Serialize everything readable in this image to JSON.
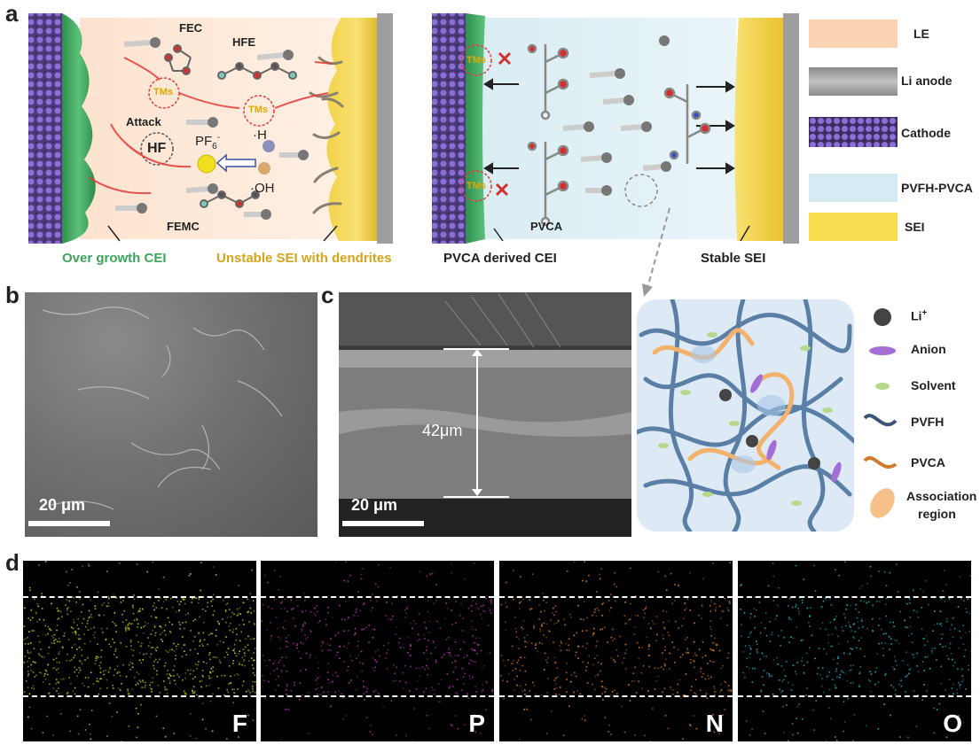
{
  "panels": {
    "a": "a",
    "b": "b",
    "c": "c",
    "d": "d"
  },
  "panel_a_left": {
    "molecules": [
      "FEC",
      "HFE",
      "FEMC"
    ],
    "tms": "TMs",
    "attack": "Attack",
    "hf": "HF",
    "pf6": "PF",
    "pf6_sub": "6",
    "pf6_sup": "-",
    "h_radical": "·H",
    "oh_radical": "·OH",
    "caption_cei": "Over growth CEI",
    "caption_sei": "Unstable SEI with dendrites"
  },
  "panel_a_right": {
    "tms": "TMs",
    "pvca": "PVCA",
    "caption_cei": "PVCA derived CEI",
    "caption_sei": "Stable SEI"
  },
  "legend_a": [
    {
      "label": "LE",
      "color": "#fbd3b3"
    },
    {
      "label": "Li anode",
      "color": "#a8a8a8"
    },
    {
      "label": "Cathode",
      "color": "#7b5fb8"
    },
    {
      "label": "PVFH-PVCA",
      "color": "#d5eaf2"
    },
    {
      "label": "SEI",
      "color": "#f8dc4f"
    }
  ],
  "panel_b": {
    "scalebar": "20 μm"
  },
  "panel_c": {
    "scalebar": "20 μm",
    "thickness": "42μm"
  },
  "legend_c": {
    "li": "Li",
    "li_sup": "+",
    "anion": "Anion",
    "solvent": "Solvent",
    "pvfh": "PVFH",
    "pvca": "PVCA",
    "assoc_line1": "Association",
    "assoc_line2": "region"
  },
  "panel_d": {
    "maps": [
      {
        "element": "F",
        "color": "#c8c81e"
      },
      {
        "element": "P",
        "color": "#b42db4"
      },
      {
        "element": "N",
        "color": "#e07a1e"
      },
      {
        "element": "O",
        "color": "#1eb4c8"
      }
    ]
  }
}
